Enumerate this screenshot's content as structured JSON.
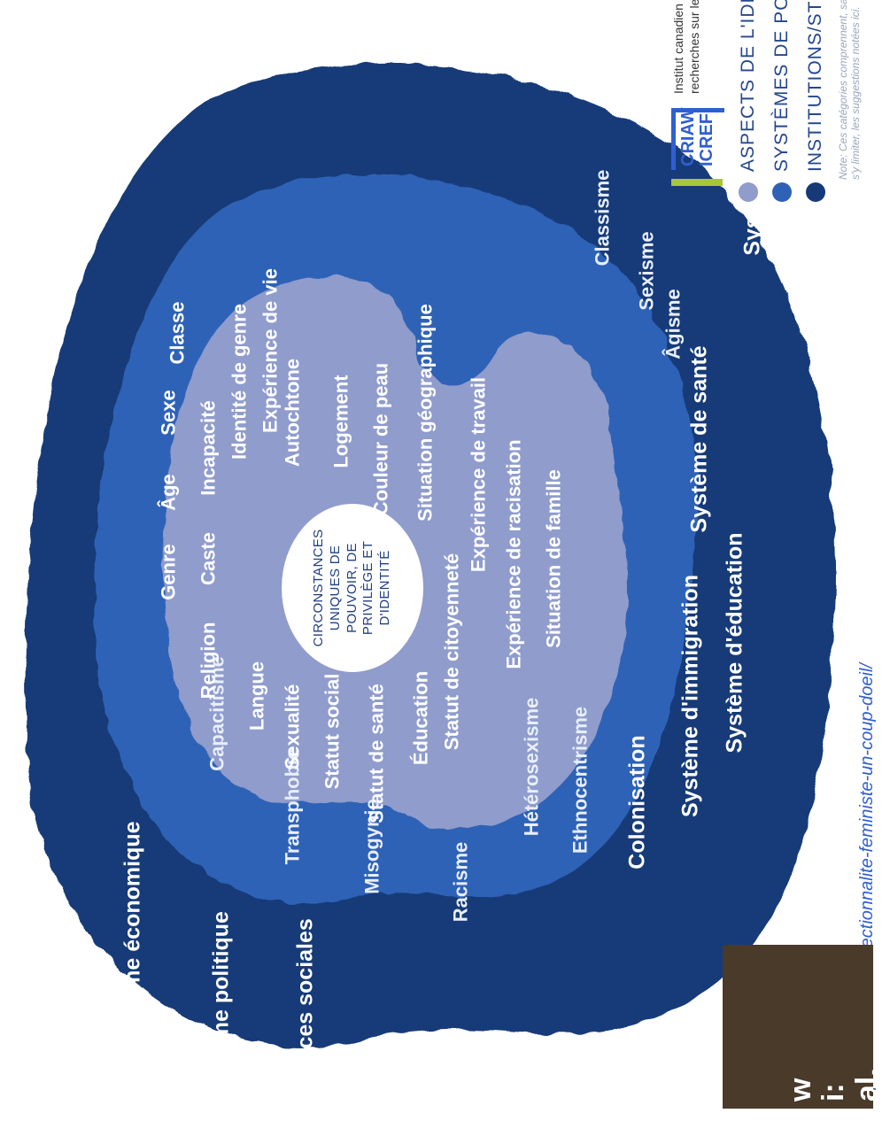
{
  "organization": {
    "logo_line1": "CRIAW",
    "logo_line2": "ICREF",
    "name_line1": "Institut canadien de",
    "name_line2": "recherches sur les femmes"
  },
  "diagram": {
    "center": {
      "lines": [
        "CIRCONSTANCES",
        "UNIQUES DE",
        "POUVOIR, DE",
        "PRIVILÈGE ET",
        "D'IDENTITÉ"
      ]
    },
    "institutions": [
      "Système économique",
      "Système politique",
      "Forces sociales",
      "Système juridique",
      "Colonisation",
      "Système d'immigration",
      "Système d'éducation",
      "Système de santé"
    ],
    "power_systems": [
      "Capacitisme",
      "Transphobie",
      "Misogynie",
      "Racisme",
      "Classisme",
      "Sexisme",
      "Âgisme",
      "Ethnocentrisme",
      "Hétérosexisme"
    ],
    "identity_aspects": [
      "Genre",
      "Âge",
      "Sexe",
      "Religion",
      "Caste",
      "Incapacité",
      "Classe",
      "Identité de genre",
      "Langue",
      "Expérience de vie",
      "Sexualité",
      "Autochtone",
      "Statut social",
      "Logement",
      "Statut de santé",
      "Couleur de peau",
      "Éducation",
      "Situation géographique",
      "Statut de citoyenneté",
      "Expérience de travail",
      "Expérience de racisation",
      "Situation de famille"
    ]
  },
  "legend": {
    "items": [
      {
        "label": "ASPECTS DE L'IDENTITÉ",
        "color": "#8f9ccc"
      },
      {
        "label": "SYSTÈMES DE POUVOIR",
        "color": "#2f62b6"
      },
      {
        "label": "INSTITUTIONS/STRUCTURES",
        "color": "#163a78"
      }
    ],
    "note": "Note: Ces catégories comprennent, sans s'y limiter, les suggestions notées ici."
  },
  "url": "lt/publications/intersectionnalite-feministe-un-coup-doeil/",
  "photo_caption": "w\ni:\nal."
}
